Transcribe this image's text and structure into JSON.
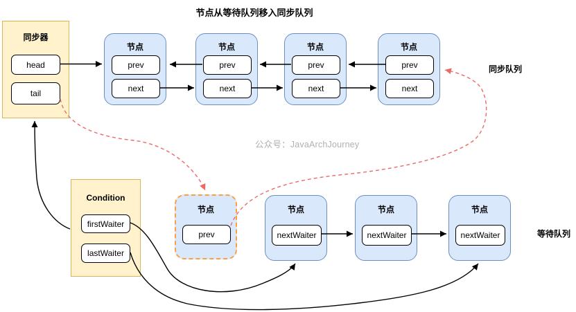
{
  "diagram": {
    "title": "节点从等待队列移入同步队列",
    "watermark": "公众号：JavaArchJourney",
    "sync_queue_label": "同步队列",
    "wait_queue_label": "等待队列",
    "synchronizer": {
      "title": "同步器",
      "head": "head",
      "tail": "tail"
    },
    "condition": {
      "title": "Condition",
      "first_waiter": "firstWaiter",
      "last_waiter": "lastWaiter"
    },
    "sync_nodes": [
      {
        "title": "节点",
        "prev": "prev",
        "next": "next"
      },
      {
        "title": "节点",
        "prev": "prev",
        "next": "next"
      },
      {
        "title": "节点",
        "prev": "prev",
        "next": "next"
      },
      {
        "title": "节点",
        "prev": "prev",
        "next": "next"
      }
    ],
    "moving_node": {
      "title": "节点",
      "prev": "prev"
    },
    "wait_nodes": [
      {
        "title": "节点",
        "next_waiter": "nextWaiter"
      },
      {
        "title": "节点",
        "next_waiter": "nextWaiter"
      },
      {
        "title": "节点",
        "next_waiter": "nextWaiter"
      }
    ],
    "colors": {
      "node_fill": "#dae8fc",
      "node_border": "#6c8ebf",
      "container_fill": "#fff2cc",
      "container_border": "#d6b656",
      "moving_node_border": "#ff9e3d",
      "transfer_arrow": "#ea6b66",
      "link_arrow": "#000000",
      "watermark_color": "#b0b0b3"
    }
  }
}
